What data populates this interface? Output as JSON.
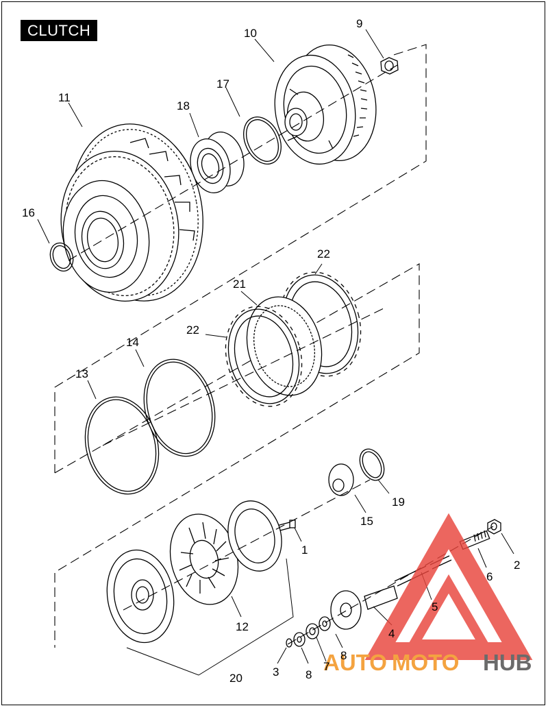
{
  "title": "CLUTCH",
  "callouts": {
    "c1": "1",
    "c2": "2",
    "c3": "3",
    "c4": "4",
    "c5": "5",
    "c6": "6",
    "c7": "7",
    "c8a": "8",
    "c8b": "8",
    "c9": "9",
    "c10": "10",
    "c11": "11",
    "c12": "12",
    "c13": "13",
    "c14": "14",
    "c15": "15",
    "c16": "16",
    "c17": "17",
    "c18": "18",
    "c19": "19",
    "c20": "20",
    "c21": "21",
    "c22a": "22",
    "c22b": "22"
  },
  "watermark": {
    "auto": "AUTO",
    "moto": "MOTO",
    "hub": "HUB",
    "colors": {
      "red": "#e8453c",
      "orange": "#f4a340",
      "gray": "#6b6b6b"
    }
  }
}
